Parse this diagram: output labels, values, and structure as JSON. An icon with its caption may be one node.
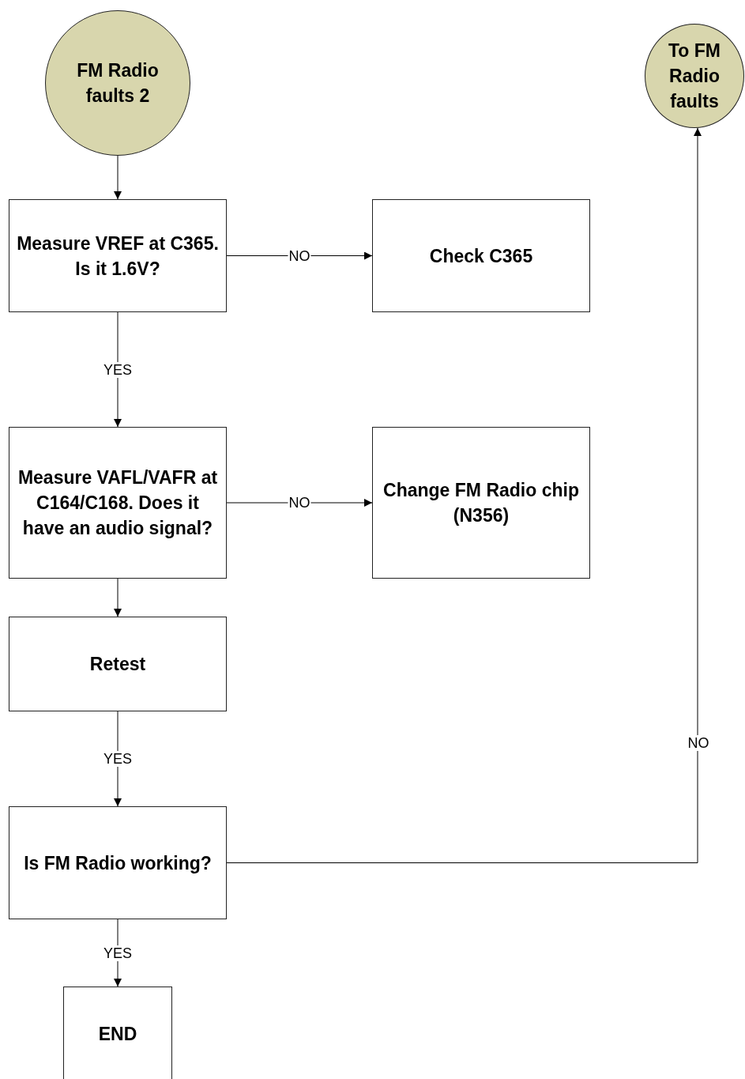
{
  "diagram": {
    "nodes": [
      {
        "text": [
          "FM Radio faults 2"
        ]
      },
      {
        "text": [
          "Measure VREF at C365. Is it 1.6V?"
        ]
      },
      {
        "text": [
          "Check C365"
        ]
      },
      {
        "text": [
          "Measure VAFL/VAFR at C164/C168. Does it have an audio signal?"
        ]
      },
      {
        "text": [
          "Change FM Radio chip (N356)"
        ]
      },
      {
        "text": [
          "Retest"
        ]
      },
      {
        "text": [
          "Is FM Radio working?"
        ]
      },
      {
        "text": [
          "END"
        ]
      },
      {
        "text": [
          "To FM Radio faults"
        ]
      }
    ],
    "edges": [
      {
        "from": 0,
        "to": 1,
        "arrow": "to"
      },
      {
        "from": 1,
        "to": 2,
        "arrow": "to",
        "label": "NO"
      },
      {
        "from": 1,
        "to": 3,
        "arrow": "to",
        "label": "YES"
      },
      {
        "from": 3,
        "to": 4,
        "arrow": "to",
        "label": "NO"
      },
      {
        "from": 3,
        "to": 5,
        "arrow": "to"
      },
      {
        "from": 5,
        "to": 6,
        "arrow": "to",
        "label": "YES"
      },
      {
        "from": 6,
        "to": 8,
        "arrow": "to",
        "label": "NO"
      },
      {
        "from": 6,
        "to": 7,
        "arrow": "to",
        "label": "YES"
      }
    ]
  }
}
